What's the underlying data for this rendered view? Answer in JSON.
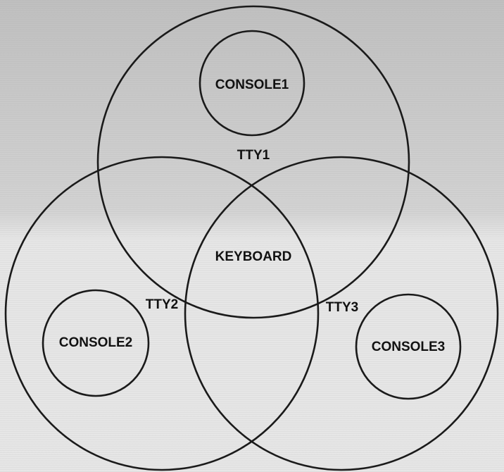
{
  "diagram": {
    "labels": {
      "console1": "CONSOLE1",
      "tty1": "TTY1",
      "keyboard": "KEYBOARD",
      "tty2": "TTY2",
      "tty3": "TTY3",
      "console2": "CONSOLE2",
      "console3": "CONSOLE3"
    }
  }
}
